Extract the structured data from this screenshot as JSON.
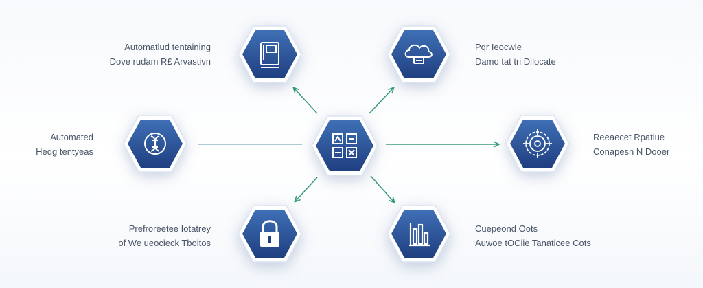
{
  "colors": {
    "hex_fill_top": "#3f6fb5",
    "hex_fill_bottom": "#1f3f80",
    "hex_border": "#ffffff",
    "connector": "#3a9a7e",
    "connector_plain": "#8fb6c7",
    "label_text": "#4a5568"
  },
  "center": {
    "icon": "grid-blocks-icon"
  },
  "nodes": [
    {
      "icon": "tablet-icon",
      "line1": "Automatlud tentaining",
      "line2": "Dove rudam R£ Arvastivn"
    },
    {
      "icon": "cloud-server-icon",
      "line1": "Pqr Ieocwle",
      "line2": "Damo tat tri Dilocate"
    },
    {
      "icon": "dna-icon",
      "line1": "Automated",
      "line2": "Hedg tentyeas"
    },
    {
      "icon": "target-gear-icon",
      "line1": "Reeaecet Rpatiue",
      "line2": "Conapesn N Dooer"
    },
    {
      "icon": "padlock-icon",
      "line1": "Prefroreetee Iotatrey",
      "line2": "of We ueocieck Tboitos"
    },
    {
      "icon": "bar-chart-icon",
      "line1": "Cuepeond Oots",
      "line2": "Auwoe tOCiie Tanaticee Cots"
    }
  ]
}
